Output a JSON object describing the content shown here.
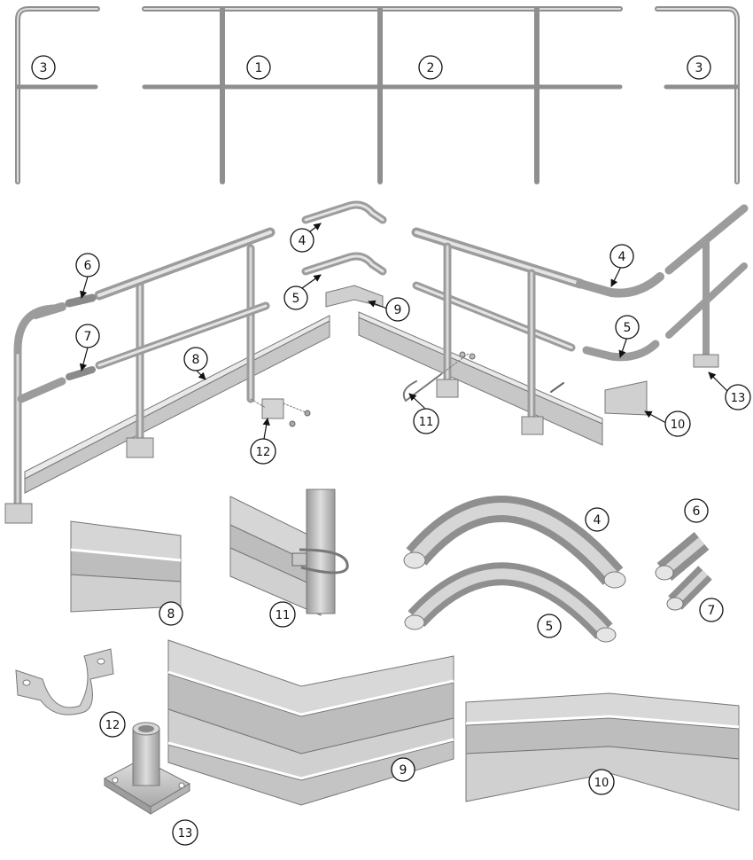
{
  "callouts": {
    "c1": "1",
    "c2": "2",
    "c3a": "3",
    "c3b": "3",
    "c4a": "4",
    "c5a": "5",
    "c6a": "6",
    "c7a": "7",
    "c8a": "8",
    "c9a": "9",
    "c11a": "11",
    "c12a": "12",
    "c4b": "4",
    "c5b": "5",
    "c10a": "10",
    "c13a": "13",
    "c8b": "8",
    "c11b": "11",
    "c4c": "4",
    "c5c": "5",
    "c6b": "6",
    "c7b": "7",
    "c12b": "12",
    "c13b": "13",
    "c9b": "9",
    "c10b": "10"
  },
  "colors": {
    "metal": "#bdbdbd",
    "metal_dark": "#8c8c8c",
    "metal_light": "#e6e6e6",
    "line": "#4a4a4a"
  }
}
